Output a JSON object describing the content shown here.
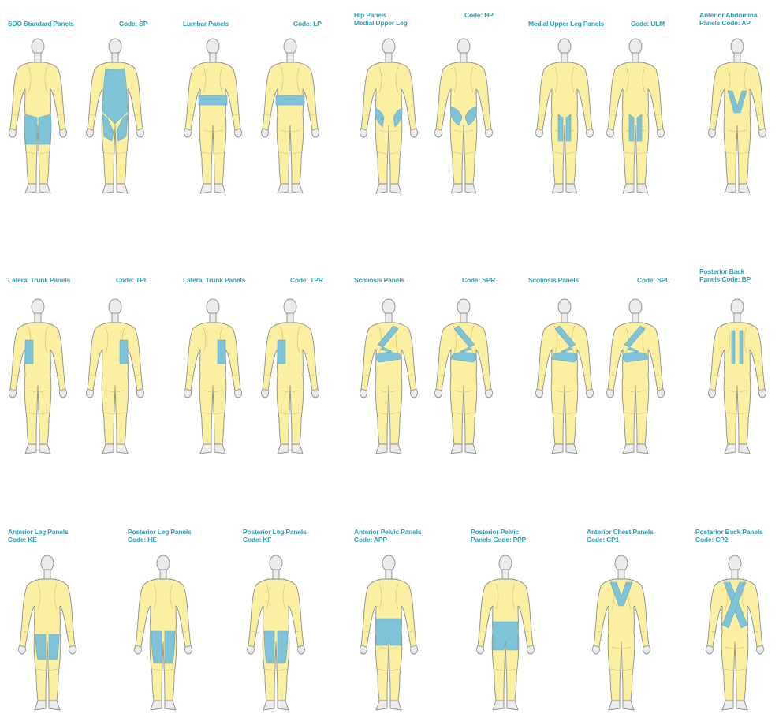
{
  "colors": {
    "label": "#2e9fb4",
    "suit": "#fbf0a2",
    "panel": "#7fc3d8",
    "skin": "#ececec",
    "outline": "#8c8c8c"
  },
  "groups": [
    {
      "label_lines": [
        "SDO Standard Panels"
      ],
      "code": "Code: SP"
    },
    {
      "label_lines": [
        "Lumbar Panels"
      ],
      "code": "Code: LP"
    },
    {
      "label_lines": [
        "Hip Panels",
        "Medial Upper Leg"
      ],
      "code": "Code: HP"
    },
    {
      "label_lines": [
        "Medial Upper Leg Panels"
      ],
      "code": "Code: ULM"
    },
    {
      "label_lines": [
        "Anterior Abdominal",
        "Panels Code: AP"
      ],
      "code": ""
    },
    {
      "label_lines": [
        "Lateral Trunk Panels"
      ],
      "code": "Code: TPL"
    },
    {
      "label_lines": [
        "Lateral Trunk Panels"
      ],
      "code": "Code: TPR"
    },
    {
      "label_lines": [
        "Scoliosis Panels"
      ],
      "code": "Code: SPR"
    },
    {
      "label_lines": [
        "Scoliosis Panels"
      ],
      "code": "Code: SPL"
    },
    {
      "label_lines": [
        "Posterior Back",
        "Panels Code: BP"
      ],
      "code": ""
    },
    {
      "label_lines": [
        "Anterior Leg Panels",
        "Code: KE"
      ],
      "code": ""
    },
    {
      "label_lines": [
        "Posterior Leg Panels",
        "Code: HE"
      ],
      "code": ""
    },
    {
      "label_lines": [
        "Posterior Leg Panels",
        "Code: KF"
      ],
      "code": ""
    },
    {
      "label_lines": [
        "Anterior Pelvic Panels",
        "Code: APP"
      ],
      "code": ""
    },
    {
      "label_lines": [
        "Posterior Pelvic",
        "Panels Code: PPP"
      ],
      "code": ""
    },
    {
      "label_lines": [
        "Anterior Chest Panels",
        "Code: CP1"
      ],
      "code": ""
    },
    {
      "label_lines": [
        "Posterior Back Panels",
        "Code: CP2"
      ],
      "code": ""
    }
  ]
}
